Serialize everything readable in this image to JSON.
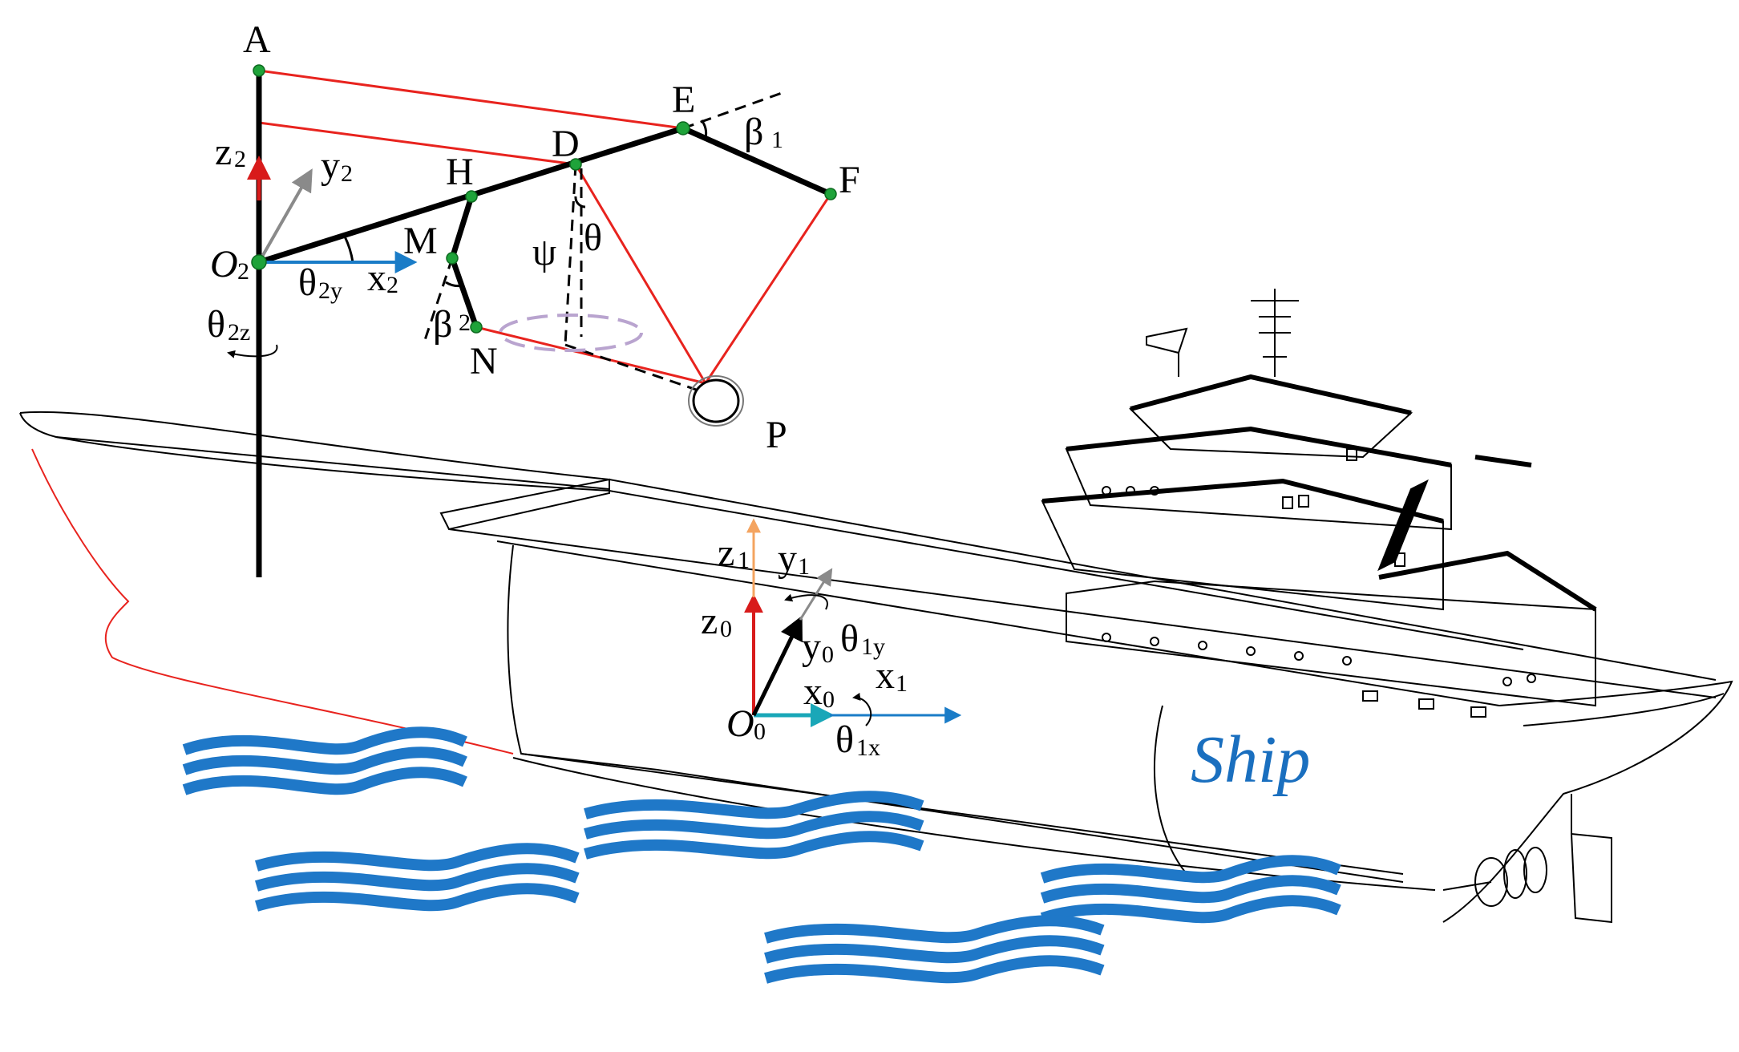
{
  "labels": {
    "A": "A",
    "E": "E",
    "D": "D",
    "H": "H",
    "F": "F",
    "M": "M",
    "N": "N",
    "P": "P",
    "beta": "β",
    "beta1_sub": "1",
    "beta2_sub": "2",
    "theta": "θ",
    "psi": "ψ",
    "O": "O",
    "z": "z",
    "y": "y",
    "x": "x",
    "sub0": "0",
    "sub1": "1",
    "sub2": "2",
    "sub2y": "2y",
    "sub2z": "2z",
    "sub1y": "1y",
    "sub1x": "1x"
  },
  "ship_label": "Ship",
  "colors": {
    "cable_red": "#e8231e",
    "axis_blue": "#1a7cc7",
    "axis_gray": "#8a8a8a",
    "axis_red": "#d81b1b",
    "axis_orange": "#f4a460",
    "axis_cyan": "#1aa7b8",
    "joint_green": "#1fa33a",
    "wave_blue": "#1f78c8",
    "ellipse_purple": "#b9a4cf"
  }
}
